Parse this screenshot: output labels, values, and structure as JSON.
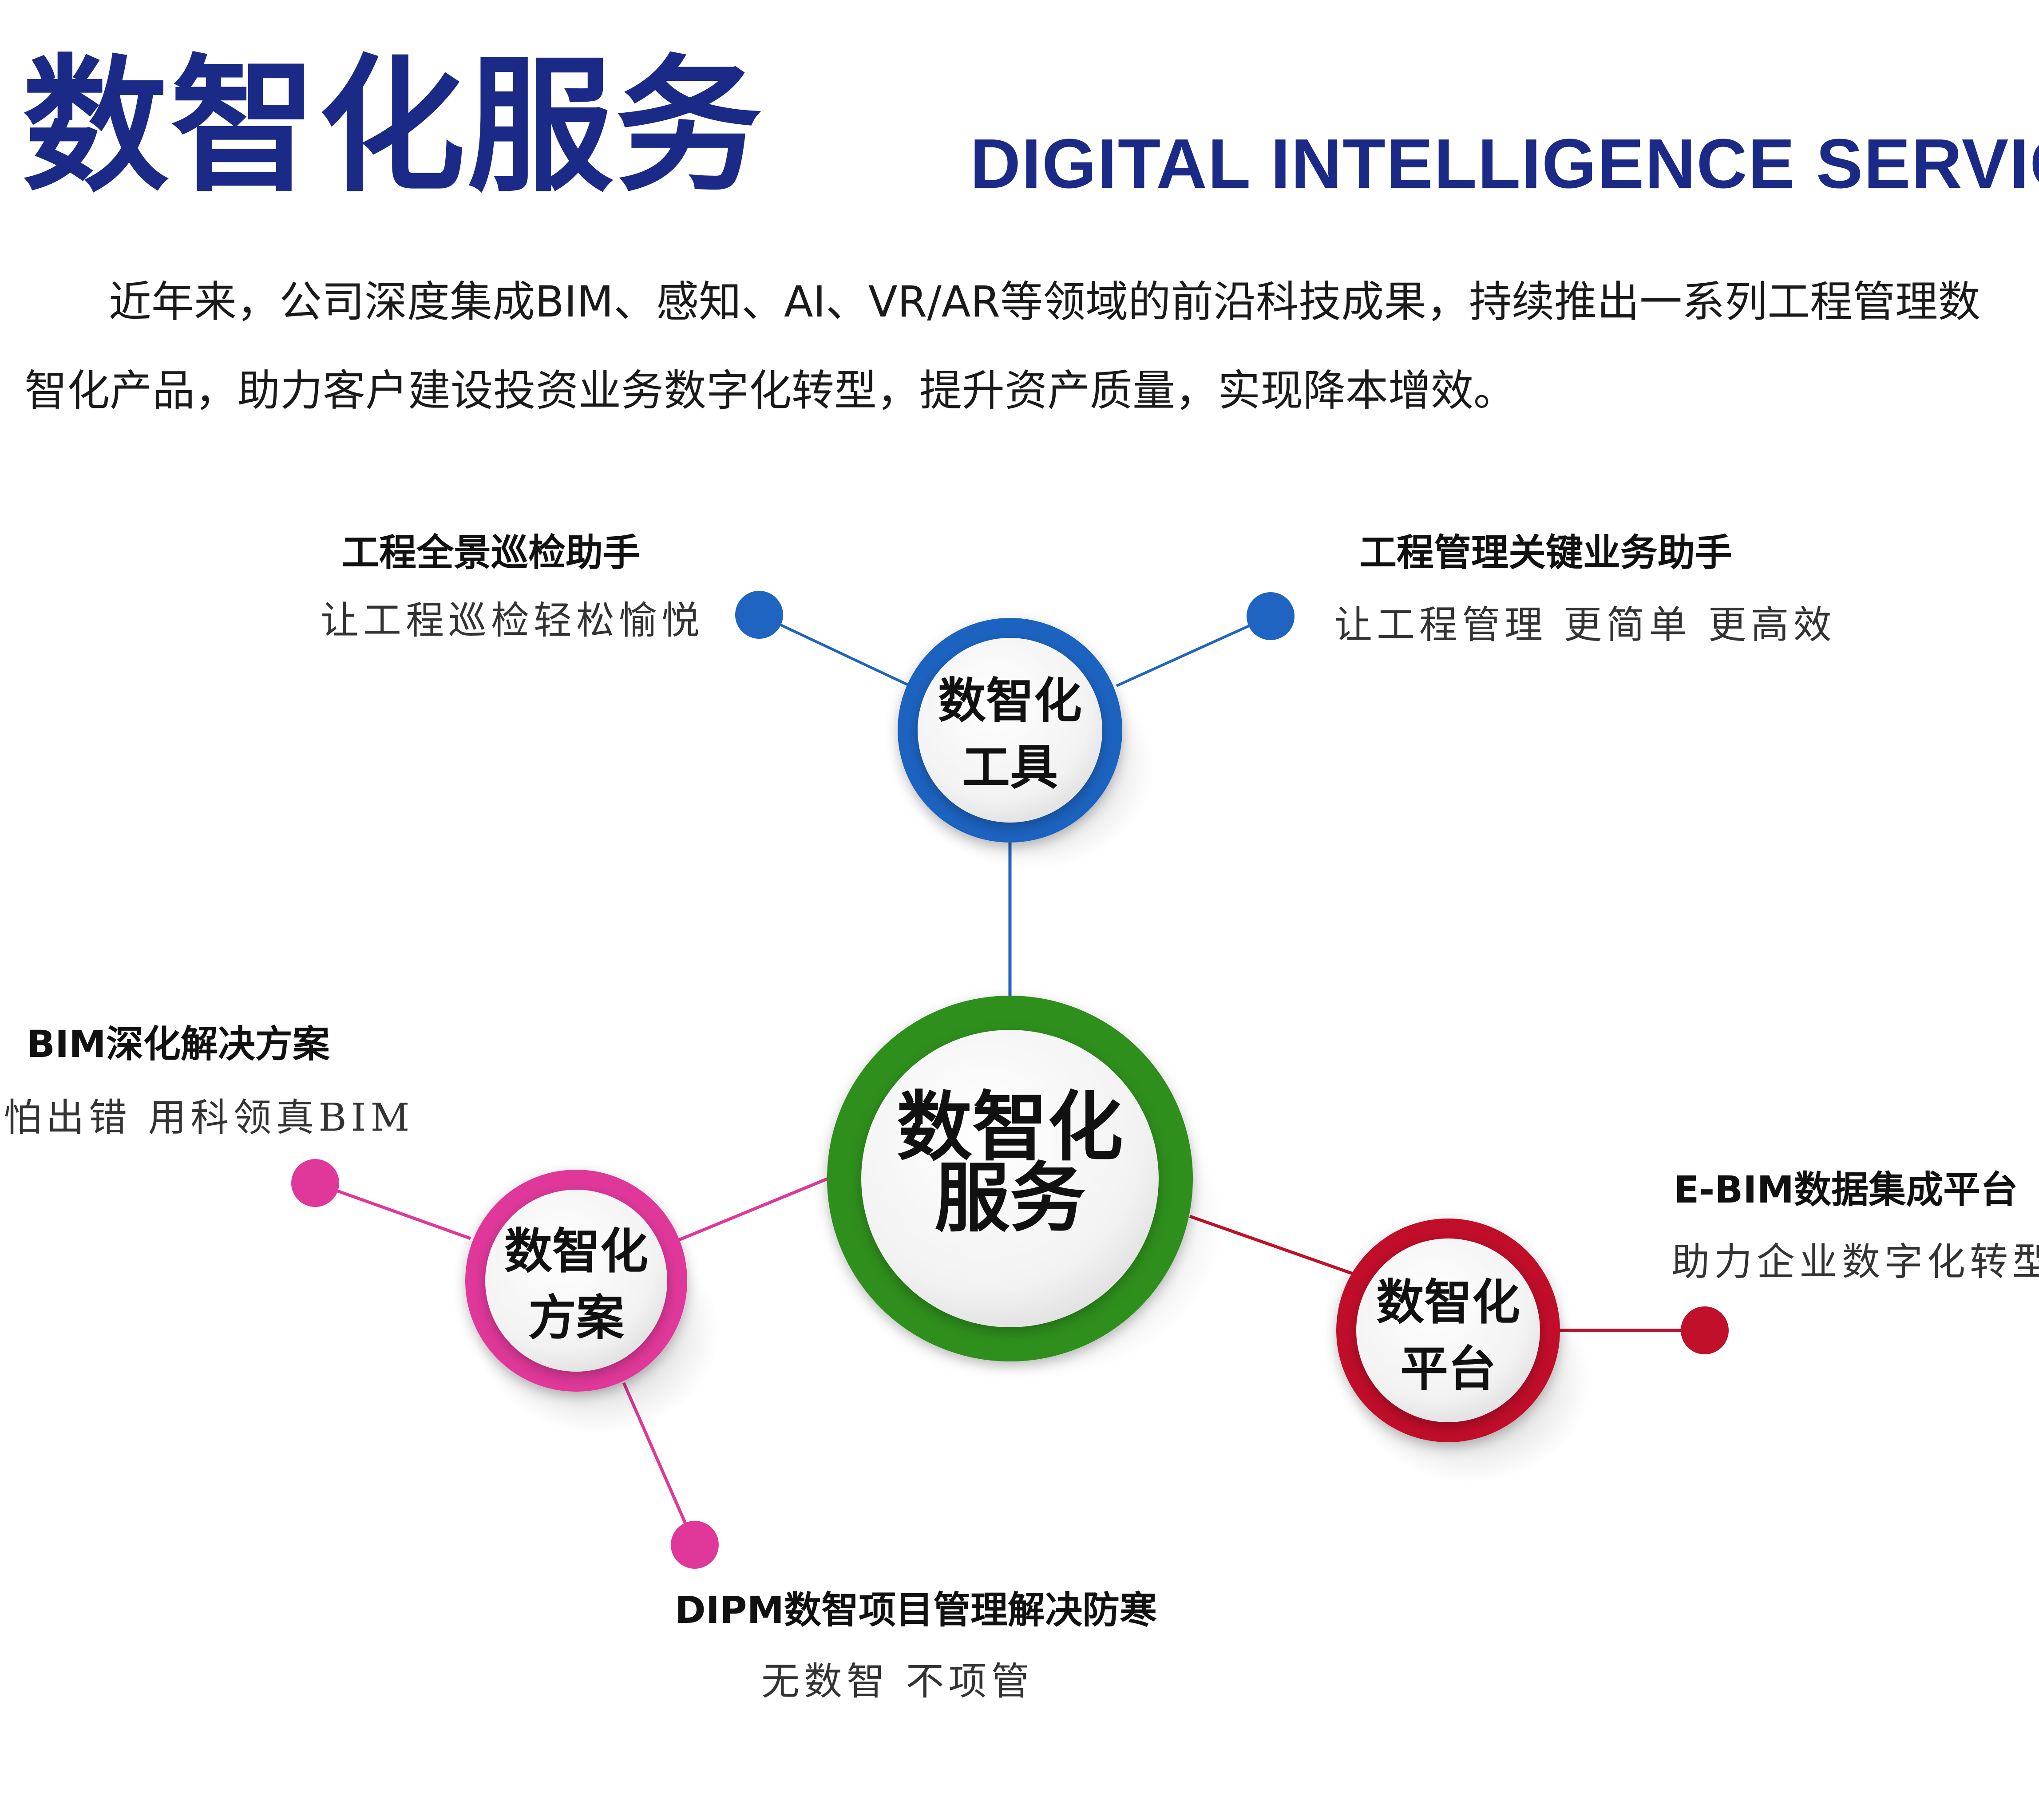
{
  "header": {
    "title_cn": "数智化服务",
    "title_en": "DIGITAL INTELLIGENCE SERVICE"
  },
  "intro": "近年来，公司深度集成BIM、感知、AI、VR/AR等领域的前沿科技成果，持续推出一系列工程管理数智化产品，助力客户建设投资业务数字化转型，提升资产质量，实现降本增效。",
  "colors": {
    "title": "#1b2a86",
    "center": "#2e8f1a",
    "tools": "#1f64c0",
    "solutions": "#e0389a",
    "platform": "#c0102a"
  },
  "diagram": {
    "center": {
      "line1": "数智化",
      "line2": "服务"
    },
    "tools": {
      "line1": "数智化",
      "line2": "工具",
      "leaves": [
        {
          "title": "工程全景巡检助手",
          "subtitle": "让工程巡检轻松愉悦"
        },
        {
          "title": "工程管理关键业务助手",
          "subtitle": "让工程管理 更简单 更高效"
        }
      ]
    },
    "solutions": {
      "line1": "数智化",
      "line2": "方案",
      "leaves": [
        {
          "title": "BIM深化解决方案",
          "subtitle": "怕出错 用科领真BIM"
        },
        {
          "title": "DIPM数智项目管理解决防寒",
          "subtitle": "无数智 不项管"
        }
      ]
    },
    "platform": {
      "line1": "数智化",
      "line2": "平台",
      "leaves": [
        {
          "title": "E-BIM数据集成平台",
          "subtitle": "助力企业数字化转型"
        }
      ]
    }
  }
}
